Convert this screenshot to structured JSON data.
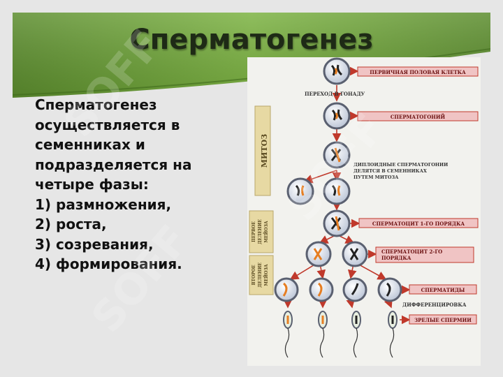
{
  "slide": {
    "title": "Сперматогенез",
    "body_lines": [
      "Сперматогенез",
      "осуществляется в",
      "семенниках и",
      "подразделяется на",
      "четыре фазы:",
      "1) размножения,",
      "2) роста,",
      "3) созревания,",
      "4) формирования."
    ]
  },
  "diagram": {
    "labels": {
      "primary_cell": "ПЕРВИЧНАЯ ПОЛОВАЯ КЛЕТКА",
      "transition": "ПЕРЕХОД В ГОНАДУ",
      "spermatogonia": "СПЕРМАТОГОНИЙ",
      "diploid_line1": "ДИПЛОИДНЫЕ СПЕРМАТОГОНИИ",
      "diploid_line2": "ДЕЛЯТСЯ В СЕМЕННИКАХ",
      "diploid_line3": "ПУТЕМ МИТОЗА",
      "spermatocyte1": "СПЕРМАТОЦИТ 1-ГО ПОРЯДКА",
      "spermatocyte2_line1": "СПЕРМАТОЦИТ 2-ГО",
      "spermatocyte2_line2": "ПОРЯДКА",
      "spermatids": "СПЕРМАТИДЫ",
      "differentiation": "ДИФФЕРЕНЦИРОВКА",
      "mature_sperm": "ЗРЕЛЫЕ СПЕРМИИ"
    },
    "side_labels": {
      "mitosis": "МИТОЗ",
      "first_meiosis_line1": "ПЕРВОЕ",
      "first_meiosis_line2": "ДЕЛЕНИЕ",
      "first_meiosis_line3": "МЕЙОЗА",
      "second_meiosis_line1": "ВТОРОЕ",
      "second_meiosis_line2": "ДЕЛЕНИЕ",
      "second_meiosis_line3": "МЕЙОЗА"
    }
  },
  "watermark": {
    "text": "SOFF"
  },
  "colors": {
    "header_green": "#7cb342",
    "label_box": "#f0c4c4",
    "label_border": "#c0392b",
    "arrow_red": "#c0392b",
    "side_box": "#e7d9a3",
    "cell_fill": "#d7dde8",
    "cell_border": "#5a6070"
  }
}
